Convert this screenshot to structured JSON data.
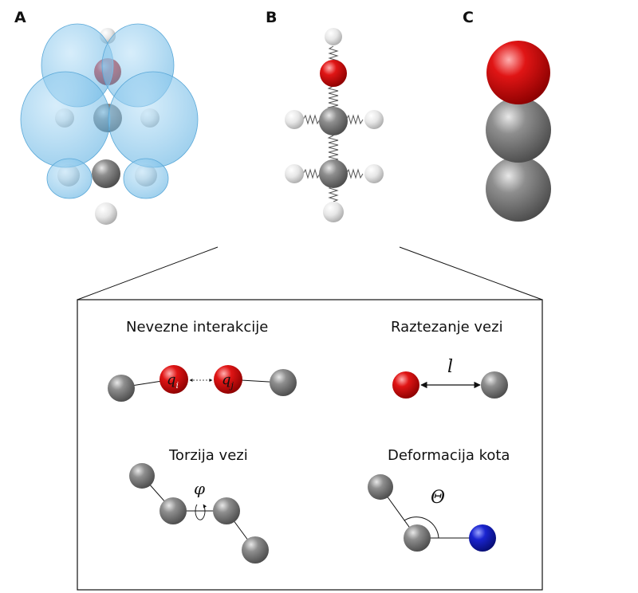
{
  "panels": {
    "a": {
      "label": "A"
    },
    "b": {
      "label": "B"
    },
    "c": {
      "label": "C"
    }
  },
  "inset": {
    "nonbonded": {
      "title": "Nevezne interakcije",
      "charge_i": "q",
      "sub_i": "i",
      "charge_j": "q",
      "sub_j": "j"
    },
    "stretch": {
      "title": "Raztezanje vezi",
      "symbol": "l"
    },
    "torsion": {
      "title": "Torzija vezi",
      "symbol": "φ"
    },
    "angle": {
      "title": "Deformacija kota",
      "symbol": "Θ"
    }
  },
  "colors": {
    "carbon": "#8a8a8a",
    "oxygen": "#e01515",
    "hydrogen": "#e6e6e6",
    "nitrogen": "#1420c8",
    "lone_pair": "#7cc3ec"
  }
}
